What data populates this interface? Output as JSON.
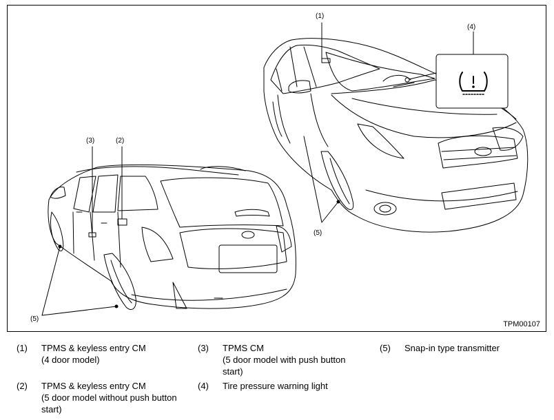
{
  "diagram": {
    "callouts": [
      "(1)",
      "(2)",
      "(3)",
      "(4)",
      "(5)",
      "(5)"
    ],
    "code": "TPM00107",
    "warning_icon": "tpms-warning-icon"
  },
  "legend": [
    {
      "num": "(1)",
      "line1": "TPMS & keyless entry CM",
      "line2": "(4 door model)",
      "line3": ""
    },
    {
      "num": "(2)",
      "line1": "TPMS & keyless entry CM",
      "line2": "(5 door model without push button",
      "line3": "start)"
    },
    {
      "num": "(3)",
      "line1": "TPMS CM",
      "line2": "(5 door model with push button",
      "line3": "start)"
    },
    {
      "num": "(4)",
      "line1": "Tire pressure warning light",
      "line2": "",
      "line3": ""
    },
    {
      "num": "(5)",
      "line1": "Snap-in type transmitter",
      "line2": "",
      "line3": ""
    }
  ]
}
